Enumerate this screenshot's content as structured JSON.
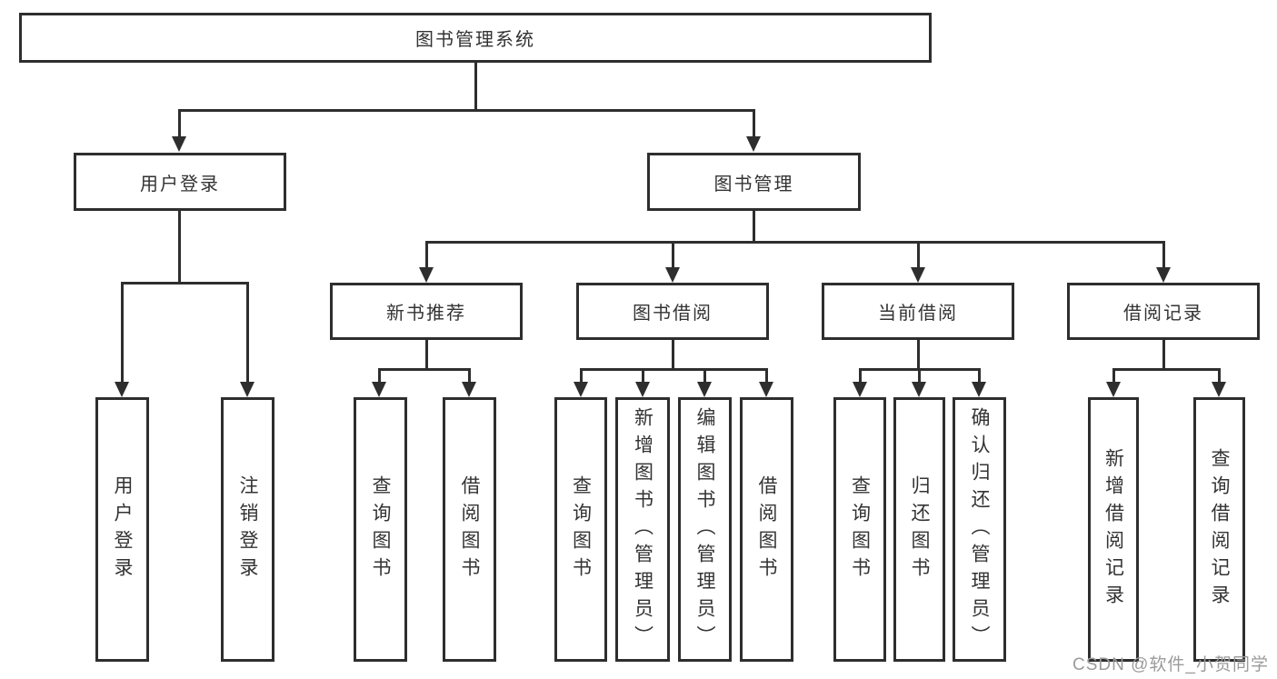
{
  "diagram": {
    "root": {
      "label": "图书管理系统"
    },
    "branches": [
      {
        "label": "用户登录",
        "children": [
          "用户登录",
          "注销登录"
        ]
      },
      {
        "label": "图书管理",
        "sections": [
          {
            "label": "新书推荐",
            "children": [
              "查询图书",
              "借阅图书"
            ]
          },
          {
            "label": "图书借阅",
            "children": [
              "查询图书",
              "新增图书（管理员）",
              "编辑图书（管理员）",
              "借阅图书"
            ]
          },
          {
            "label": "当前借阅",
            "children": [
              "查询图书",
              "归还图书",
              "确认归还（管理员）"
            ]
          },
          {
            "label": "借阅记录",
            "children": [
              "新增借阅记录",
              "查询借阅记录"
            ]
          }
        ]
      }
    ]
  },
  "watermark": {
    "text": "CSDN @软件_小贺同学"
  },
  "colors": {
    "line": "#2e2e2e",
    "text": "#333333",
    "watermark": "#9b9b9b",
    "background": "#ffffff"
  }
}
